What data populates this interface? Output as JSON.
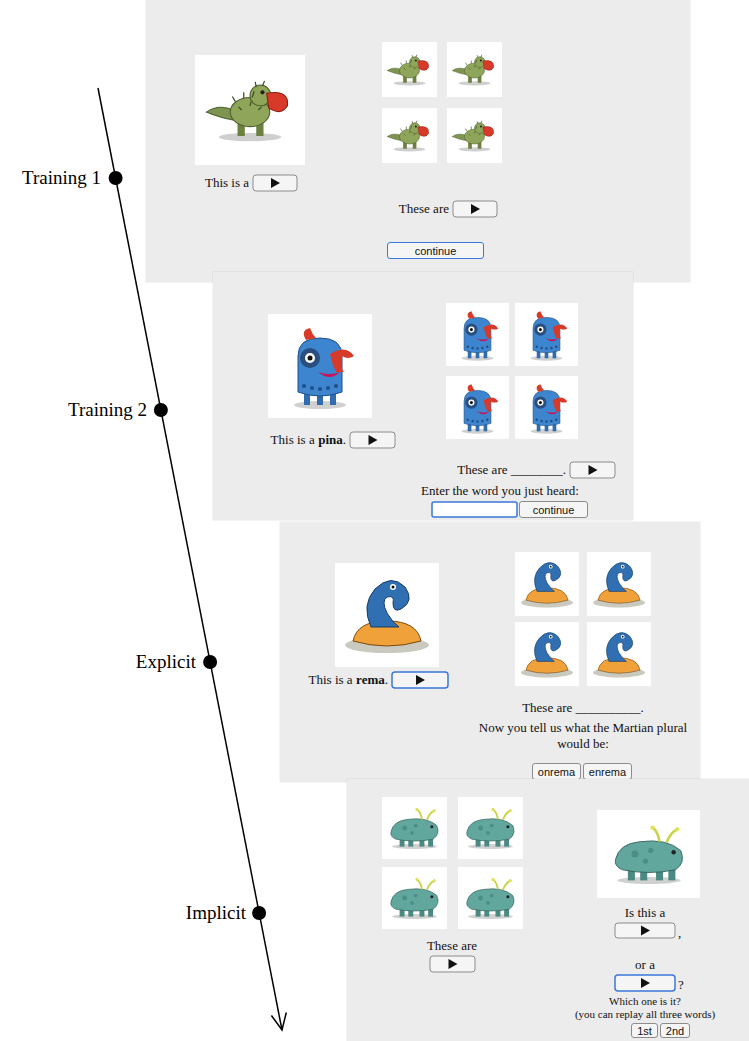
{
  "diagram": {
    "nodes": [
      {
        "text": [
          "This is a",
          "These are"
        ]
      },
      {
        "text": [
          "continue"
        ],
        "in": 0
      },
      {
        "text": [
          "This is a",
          "pina",
          ".",
          "These are ________.",
          "Enter the word you just heard:"
        ]
      },
      {
        "text": [
          "continue"
        ],
        "in": 2
      },
      {
        "text": [
          "This is a",
          "rema",
          ".",
          "These are __________.",
          "Now you tell us what the Martian plural would be:"
        ]
      },
      {
        "text": [
          "onrema"
        ],
        "in": 4
      },
      {
        "text": [
          "enrema"
        ],
        "in": 4
      },
      {
        "text": [
          "These are",
          "Is this a",
          ",",
          "or a",
          "?",
          "Which one is it?",
          "(you can replay all three words)"
        ]
      },
      {
        "text": [
          "1st"
        ],
        "in": 7
      },
      {
        "text": [
          "2nd"
        ],
        "in": 7
      }
    ],
    "labels": [
      "Training 1",
      "Training 2",
      "Explicit",
      "Implicit"
    ]
  }
}
